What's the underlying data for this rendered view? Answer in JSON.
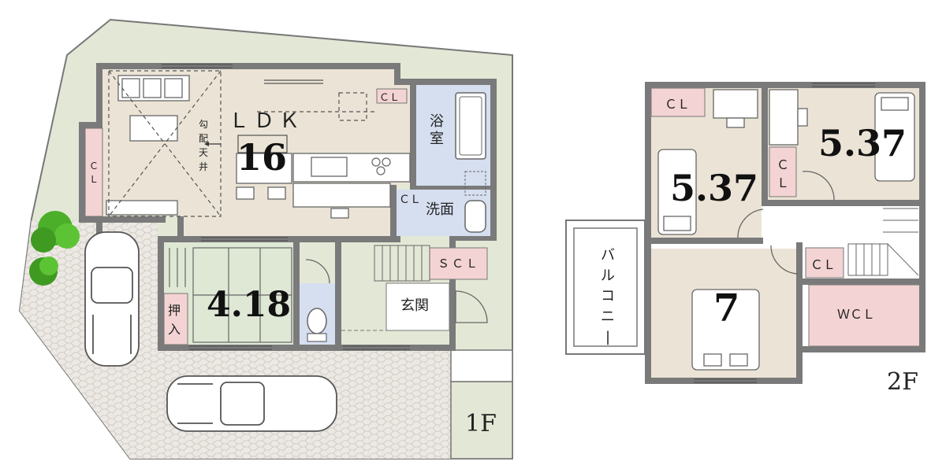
{
  "floor1": {
    "label": "1F",
    "ldk": {
      "label": "ＬＤＫ",
      "size": "16",
      "ceiling": "勾配天井"
    },
    "cl_top": "ＣＬ",
    "cl_left": "ＣＬ",
    "bath": "浴室",
    "wash": "洗面",
    "cl_wash": "ＣＬ",
    "scl": "ＳＣＬ",
    "genkan": "玄関",
    "washitsu": "4.18",
    "oshiire": "押入"
  },
  "floor2": {
    "label": "2F",
    "room_left": "5.37",
    "room_right": "5.37",
    "room_master": "7",
    "cl_left": "ＣＬ",
    "cl_right": "ＣＬ",
    "cl_center": "ＣＬ",
    "wcl": "ＷＣＬ",
    "balcony": "バルコニー"
  },
  "colors": {
    "wall": "#7a7a7a",
    "lot": "#e3e8d6",
    "paving": "#ece9e4",
    "ldk": "#ebe4d6",
    "tatami": "#dfe8d5",
    "water": "#d6dff0",
    "closet": "#f3d3d3",
    "tree": "#4caf2a"
  }
}
